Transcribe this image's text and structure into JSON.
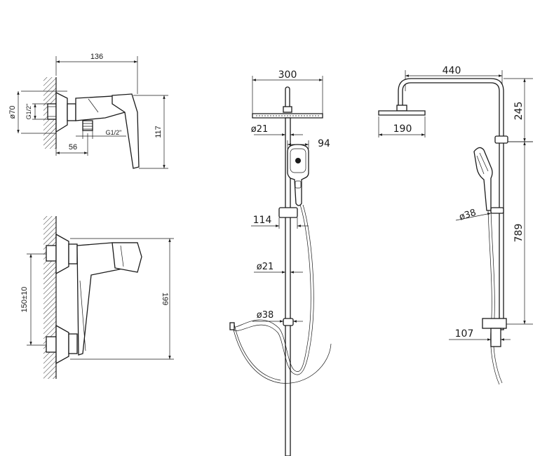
{
  "tap_side_view": {
    "width_dim": "136",
    "diameter_dim": "ø70",
    "thread_top": "G1/2\"",
    "thread_bottom": "G1/2\"",
    "depth_dim": "56",
    "height_dim": "117"
  },
  "tap_front_view": {
    "spacing_dim": "150±10",
    "height_dim": "199"
  },
  "shower_front_view": {
    "head_diameter": "300",
    "pipe_top_diameter": "ø21",
    "hand_shower_width": "94",
    "holder_width": "114",
    "pipe_mid_diameter": "ø21",
    "bar_diameter": "ø38"
  },
  "shower_side_view": {
    "arm_reach": "440",
    "head_depth": "190",
    "top_height": "245",
    "bar_diameter": "ø38",
    "riser_height": "789",
    "base_depth": "107"
  }
}
